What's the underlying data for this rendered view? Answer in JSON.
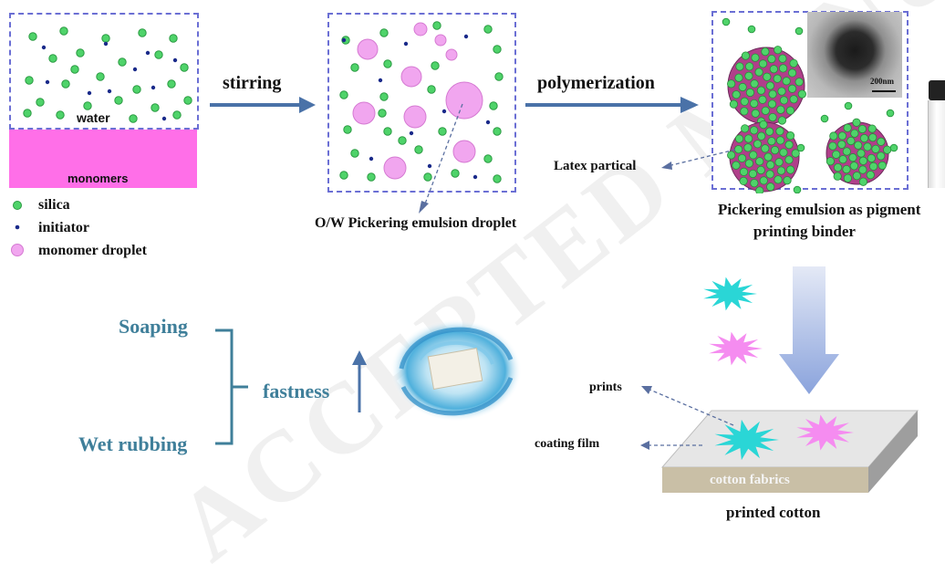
{
  "labels": {
    "water": "water",
    "monomers": "monomers",
    "stirring": "stirring",
    "polymerization": "polymerization",
    "ow_droplet": "O/W Pickering emulsion droplet",
    "latex": "Latex partical",
    "binder_line1": "Pickering emulsion as  pigment",
    "binder_line2": "printing binder",
    "scale_bar": "200nm",
    "soaping": "Soaping",
    "wet_rubbing": "Wet rubbing",
    "fastness": "fastness",
    "prints": "prints",
    "coating_film": "coating film",
    "cotton_fabrics": "cotton fabrics",
    "printed_cotton": "printed cotton"
  },
  "legend": [
    {
      "label": "silica",
      "symbol": "green-circle",
      "color": "#4fd36a"
    },
    {
      "label": "initiator",
      "symbol": "blue-dot",
      "color": "#1a2a8a"
    },
    {
      "label": "monomer droplet",
      "symbol": "pink-circle",
      "color": "#f1a6ef"
    }
  ],
  "watermark": "ACCEPTED MANUSCRIPT",
  "colors": {
    "arrow": "#4a72a8",
    "silica": "#4fd36a",
    "initiator": "#1a2a8a",
    "monomer_layer": "#ff6fe8",
    "droplet": "#f1a6ef",
    "panel_border": "#6b6fd4",
    "star_cyan": "#2ad6d6",
    "star_pink": "#f58cf0",
    "fabric_top": "#e4e4e4",
    "fabric_side": "#c9bfa6",
    "fastness_text": "#3f7f9a"
  }
}
